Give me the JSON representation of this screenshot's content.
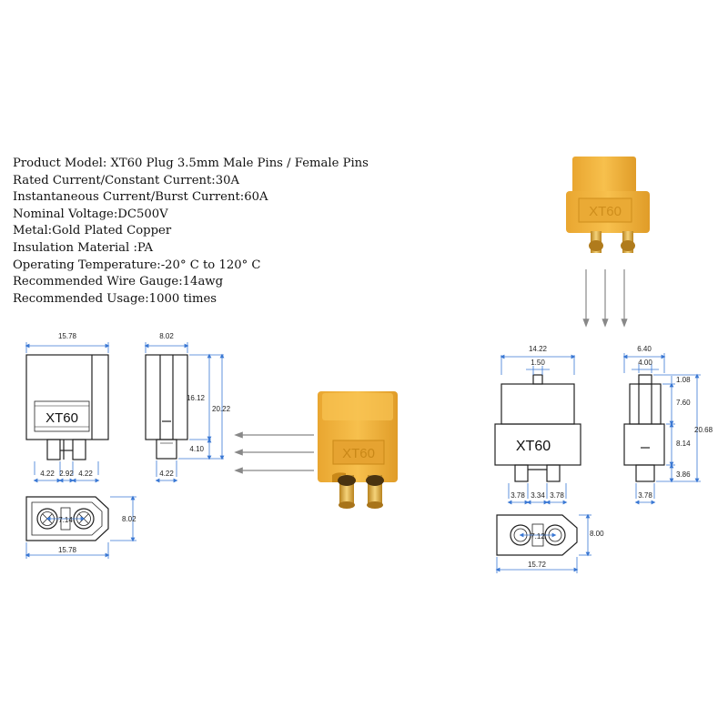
{
  "specs": [
    "Product Model:  XT60 Plug 3.5mm Male Pins / Female Pins",
    "Rated Current/Constant Current:30A",
    "Instantaneous Current/Burst Current:60A",
    "Nominal Voltage:DC500V",
    "Metal:Gold Plated Copper",
    "Insulation Material :PA",
    "Operating Temperature:-20° C  to 120° C",
    "Recommended Wire Gauge:14awg",
    "Recommended Usage:1000 times"
  ],
  "left_drawing": {
    "front_width": "15.78",
    "side_width": "8.02",
    "body_height": "16.12",
    "total_height": "20.22",
    "pin_length": "4.10",
    "pin_gap_left": "4.22",
    "pin_gap_mid": "2.92",
    "pin_gap_right": "4.22",
    "side_pin_width": "4.22",
    "bottom_height": "8.02",
    "bottom_pin_pitch": "7.14",
    "bottom_width": "15.78",
    "brand": "XT60"
  },
  "right_drawing": {
    "front_width": "14.22",
    "top_tab": "1.50",
    "side_width": "6.40",
    "side_inner": "4.00",
    "top_offset": "1.08",
    "upper_height": "7.60",
    "total_height": "20.68",
    "mid_height": "8.14",
    "pin_length": "3.86",
    "pin_gap_left": "3.78",
    "pin_gap_mid": "3.34",
    "pin_gap_right": "3.78",
    "side_pin_width": "3.78",
    "bottom_height": "8.00",
    "bottom_pin_pitch": "7.12",
    "bottom_width": "15.72",
    "brand": "XT60"
  },
  "photo_brand": "XT60",
  "colors": {
    "housing": "#f2b23c",
    "housing_dark": "#d8921e",
    "pin_gold": "#d9a430",
    "line": "#222222",
    "dim_line": "#3a78d4",
    "arrow": "#888888"
  }
}
